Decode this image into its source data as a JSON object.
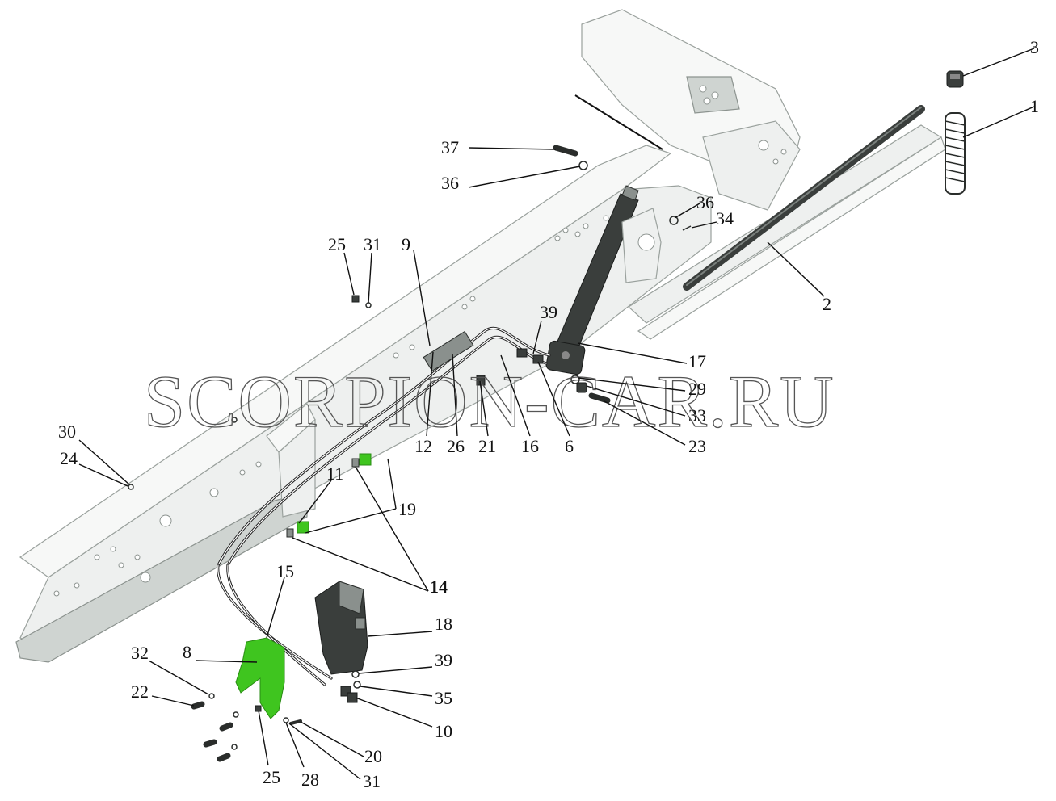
{
  "watermark": "SCORPION-CAR.RU",
  "callouts": {
    "c1": "1",
    "c2": "2",
    "c3": "3",
    "c37": "37",
    "c36a": "36",
    "c36b": "36",
    "c34": "34",
    "c25a": "25",
    "c31a": "31",
    "c9": "9",
    "c39a": "39",
    "c17": "17",
    "c29": "29",
    "c33": "33",
    "c23": "23",
    "c12": "12",
    "c26": "26",
    "c21": "21",
    "c16": "16",
    "c6": "6",
    "c30": "30",
    "c24": "24",
    "c11": "11",
    "c19": "19",
    "c14": "14",
    "c15": "15",
    "c18": "18",
    "c39b": "39",
    "c35": "35",
    "c10": "10",
    "c32": "32",
    "c8": "8",
    "c22": "22",
    "c20": "20",
    "c25b": "25",
    "c28": "28",
    "c31b": "31"
  },
  "colors": {
    "bracket_green": "#3fc51f",
    "frame_grey": "#eef0ef",
    "line_black": "#111111"
  }
}
